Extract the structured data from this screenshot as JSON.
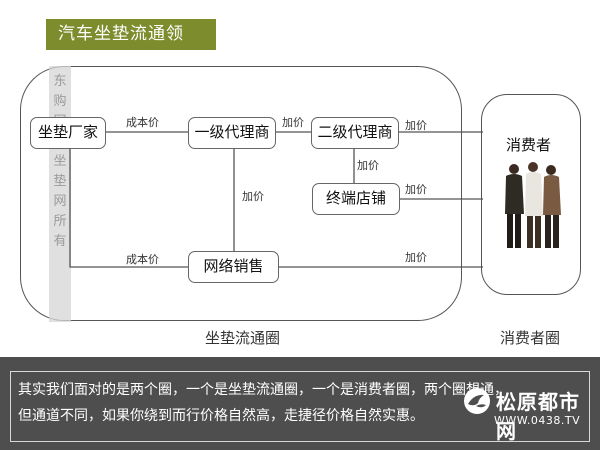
{
  "title": "汽车坐垫流通领域：",
  "watermark_chars": [
    "东",
    "购",
    "网",
    "归",
    "坐",
    "垫",
    "网",
    "所",
    "有"
  ],
  "nodes": {
    "factory": "坐垫厂家",
    "level1": "一级代理商",
    "level2": "二级代理商",
    "terminal": "终端店铺",
    "online": "网络销售"
  },
  "edge_labels": {
    "factory_level1": "成本价",
    "level1_level2": "加价",
    "level2_consumer": "加价",
    "level2_terminal": "加价",
    "level1_online": "加价",
    "terminal_consumer": "加价",
    "factory_online": "成本价",
    "online_consumer": "加价"
  },
  "consumer_title": "消费者",
  "circle_labels": {
    "left": "坐垫流通圈",
    "right": "消费者圈"
  },
  "bottom_text": {
    "line1": "其实我们面对的是两个圈，一个是坐垫流通圈，一个是消费者圈，两个圈想通，",
    "line2": "但通道不同，如果你绕到而行价格自然高，走捷径价格自然实惠。"
  },
  "logo": {
    "name": "松原都市网",
    "url": "WWW.0438.TV"
  }
}
